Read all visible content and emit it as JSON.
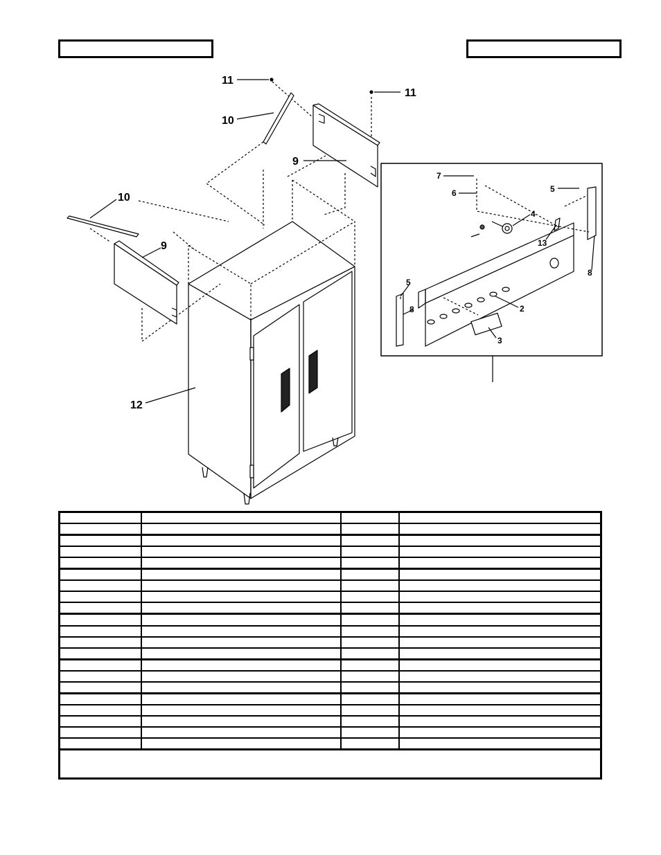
{
  "header": {
    "left_box_text": "",
    "right_box_text": ""
  },
  "callouts": {
    "main": [
      "11",
      "10",
      "11",
      "9",
      "10",
      "9",
      "12"
    ],
    "detail": [
      "7",
      "6",
      "5",
      "4",
      "13",
      "8",
      "5",
      "8",
      "2",
      "3"
    ]
  },
  "table": {
    "columns": [
      "",
      "",
      "",
      ""
    ],
    "row_count": 21,
    "note": ""
  },
  "colors": {
    "line": "#000000",
    "background": "#ffffff"
  }
}
